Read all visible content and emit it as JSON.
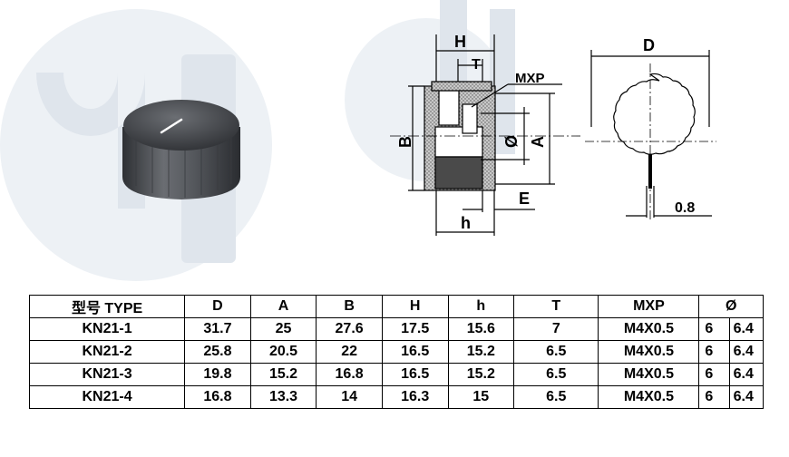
{
  "diagram": {
    "logo_letters": "dy",
    "labels": {
      "H": "H",
      "T": "T",
      "MXP": "MXP",
      "B": "B",
      "phi": "Ø",
      "A": "A",
      "E": "E",
      "h": "h",
      "D": "D",
      "dim_08": "0.8"
    }
  },
  "table": {
    "headers": [
      "型号 TYPE",
      "D",
      "A",
      "B",
      "H",
      "h",
      "T",
      "MXP",
      "Ø"
    ],
    "rows": [
      [
        "KN21-1",
        "31.7",
        "25",
        "27.6",
        "17.5",
        "15.6",
        "7",
        "M4X0.5",
        "6",
        "6.4"
      ],
      [
        "KN21-2",
        "25.8",
        "20.5",
        "22",
        "16.5",
        "15.2",
        "6.5",
        "M4X0.5",
        "6",
        "6.4"
      ],
      [
        "KN21-3",
        "19.8",
        "15.2",
        "16.8",
        "16.5",
        "15.2",
        "6.5",
        "M4X0.5",
        "6",
        "6.4"
      ],
      [
        "KN21-4",
        "16.8",
        "13.3",
        "14",
        "16.3",
        "15",
        "6.5",
        "M4X0.5",
        "6",
        "6.4"
      ]
    ]
  },
  "colors": {
    "watermark": "#dde4ec",
    "knob_body": "#55585d",
    "knob_top": "#3a3c40",
    "hatch": "#9a9a9a",
    "line": "#000000"
  }
}
